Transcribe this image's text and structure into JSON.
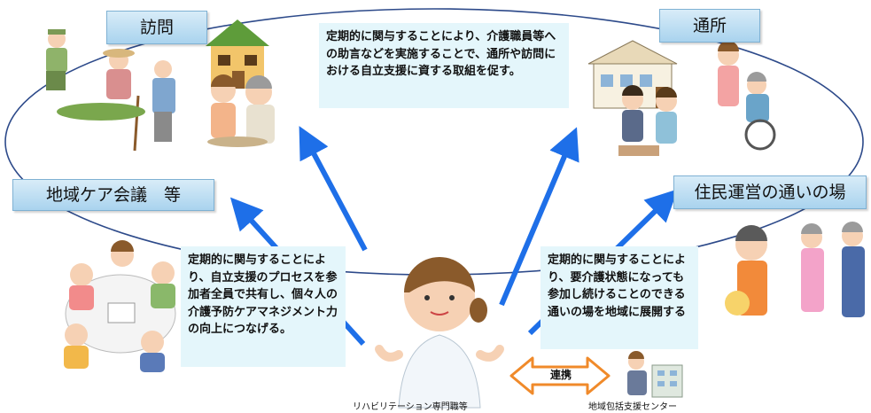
{
  "labels": {
    "visit": "訪問",
    "day_service": "通所",
    "community_care_meeting": "地域ケア会議　等",
    "gathering_place": "住民運営の通いの場"
  },
  "notes": {
    "top": "定期的に関与することにより、介護職員等への助言などを実施することで、通所や訪問における自立支援に資する取組を促す。",
    "left": "定期的に関与することにより、自立支援のプロセスを参加者全員で共有し、個々人の介護予防ケアマネジメント力の向上につなげる。",
    "right": "定期的に関与することにより、要介護状態になっても参加し続けることのできる通いの場を地域に展開する"
  },
  "center": {
    "caption": "リハビリテーション専門職等",
    "link_label": "連携",
    "partner_caption": "地域包括支援センター"
  },
  "colors": {
    "arrow": "#1e6fe8",
    "label_box": "#a9d3ee",
    "note_bg": "#e4f6fb",
    "link_arrow": "#f08a2a"
  }
}
